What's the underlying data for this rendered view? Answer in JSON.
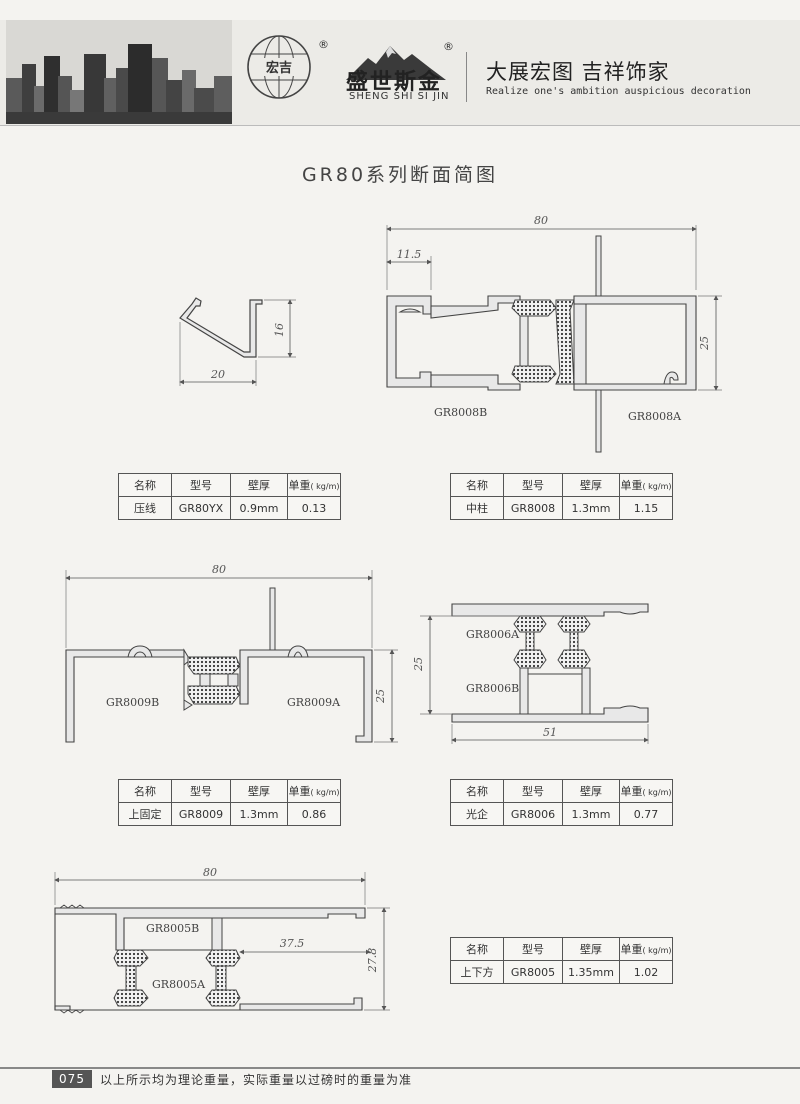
{
  "header": {
    "globe_text": "宏吉",
    "registered_mark": "®",
    "brand_cn": "盛世斯金",
    "brand_en": "SHENG SHI SI JIN",
    "slogan_cn": "大展宏图  吉祥饰家",
    "slogan_en": "Realize one's ambition auspicious decoration"
  },
  "title": "GR80系列断面简图",
  "diagrams": {
    "yaxian": {
      "dim_w": "20",
      "dim_h": "16"
    },
    "zhongzhu": {
      "dim_w": "80",
      "dim_a": "11.5",
      "dim_h": "25",
      "label_b": "GR8008B",
      "label_a": "GR8008A"
    },
    "shangguding": {
      "dim_w": "80",
      "dim_h": "25",
      "label_b": "GR8009B",
      "label_a": "GR8009A"
    },
    "guangqi": {
      "dim_w": "51",
      "dim_h": "25",
      "label_a": "GR8006A",
      "label_b": "GR8006B"
    },
    "shangxiafang": {
      "dim_w": "80",
      "dim_mid": "37.5",
      "dim_h": "27.8",
      "label_b": "GR8005B",
      "label_a": "GR8005A"
    }
  },
  "table_headers": {
    "name": "名称",
    "model": "型号",
    "thickness": "壁厚",
    "weight": "单重",
    "weight_unit": "( kg/m)"
  },
  "tables": [
    {
      "name": "压线",
      "model": "GR80YX",
      "thickness": "0.9mm",
      "weight": "0.13"
    },
    {
      "name": "中柱",
      "model": "GR8008",
      "thickness": "1.3mm",
      "weight": "1.15"
    },
    {
      "name": "上固定",
      "model": "GR8009",
      "thickness": "1.3mm",
      "weight": "0.86"
    },
    {
      "name": "光企",
      "model": "GR8006",
      "thickness": "1.3mm",
      "weight": "0.77"
    },
    {
      "name": "上下方",
      "model": "GR8005",
      "thickness": "1.35mm",
      "weight": "1.02"
    }
  ],
  "footer": {
    "page": "075",
    "note": "以上所示均为理论重量，实际重量以过磅时的重量为准"
  }
}
